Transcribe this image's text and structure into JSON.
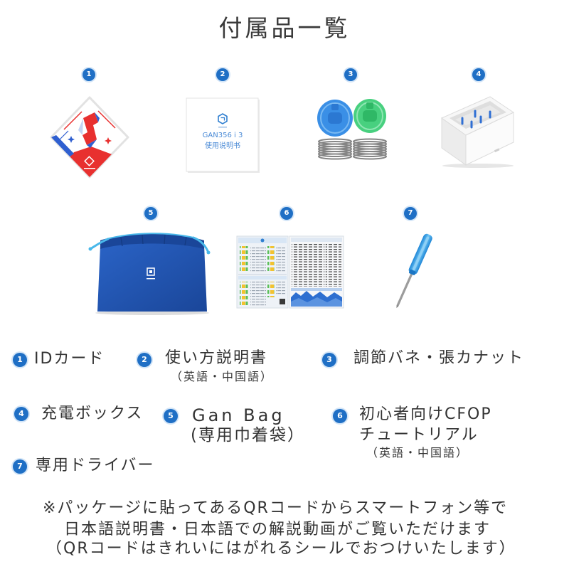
{
  "title": "付属品一覧",
  "colors": {
    "accent": "#1f6fc5",
    "text": "#333333",
    "bag": "#1f55b3",
    "card_red": "#e8302f"
  },
  "items": [
    {
      "num": "1",
      "label": "IDカード",
      "icon": "id-card"
    },
    {
      "num": "2",
      "label": "使い方説明書",
      "sub": "（英語・中国語）",
      "icon": "manual"
    },
    {
      "num": "3",
      "label": "調節バネ・張カナット",
      "icon": "springs-nuts"
    },
    {
      "num": "4",
      "label": "充電ボックス",
      "icon": "charging-box"
    },
    {
      "num": "5",
      "label": "Gan Bag",
      "sub": "(専用巾着袋）",
      "icon": "drawstring-bag"
    },
    {
      "num": "6",
      "label": "初心者向けCFOP",
      "label2": "チュートリアル",
      "sub": "（英語・中国語）",
      "icon": "tutorial-sheets"
    },
    {
      "num": "7",
      "label": "専用ドライバー",
      "icon": "screwdriver"
    }
  ],
  "manual_card": {
    "model": "GAN356 i 3",
    "name": "使用说明书"
  },
  "note": [
    "※パッケージに貼ってあるQRコードからスマートフォン等で",
    "日本語説明書・日本語での解説動画がご覧いただけます",
    "（QRコードはきれいにはがれるシールでおつけいたします）"
  ]
}
